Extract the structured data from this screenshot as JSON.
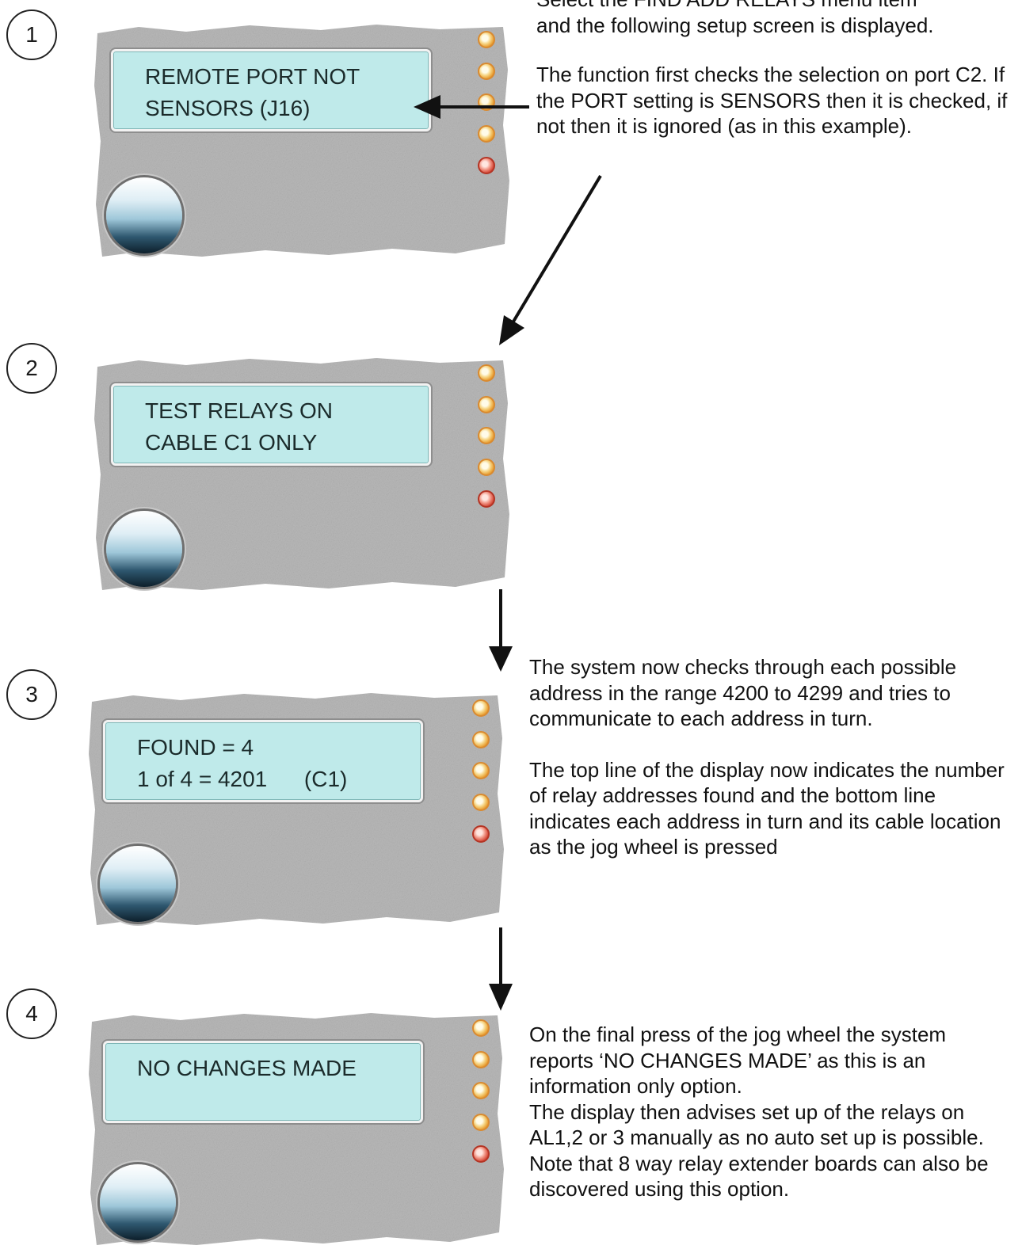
{
  "intro_text": {
    "line1": "Select the FIND ADD RELAYS menu item",
    "line2": "and the following setup screen is displayed."
  },
  "steps": [
    {
      "number": "1",
      "lcd": [
        "REMOTE PORT NOT",
        "SENSORS (J16)"
      ],
      "description": [
        "The function first checks the selection on port C2. If the PORT setting is SENSORS then it is checked, if not then it is ignored (as in this example)."
      ]
    },
    {
      "number": "2",
      "lcd": [
        "TEST RELAYS ON",
        "CABLE C1 ONLY"
      ],
      "description": []
    },
    {
      "number": "3",
      "lcd": [
        "FOUND = 4",
        "1 of 4 = 4201      (C1)"
      ],
      "description": [
        "The system now checks through each possible address in the range 4200 to 4299 and tries to communicate to each address in turn.",
        "The top line of the display now indicates the number of relay addresses found and the bottom line indicates each address in turn and its cable location as the jog wheel is pressed"
      ]
    },
    {
      "number": "4",
      "lcd": [
        "NO CHANGES MADE",
        ""
      ],
      "description": [
        "On the final press of the jog wheel the system reports ‘NO CHANGES MADE’ as this is an information only option.",
        "The display then advises set up of the relays on AL1,2 or 3 manually as no auto set up is possible.",
        "Note that 8 way relay extender boards can also be discovered using this option."
      ]
    }
  ],
  "colors": {
    "lcd_background": "#bfeaea",
    "panel_gray": "#b9b9b9",
    "led_amber": "#e89a2b",
    "led_red": "#d03b2a"
  }
}
